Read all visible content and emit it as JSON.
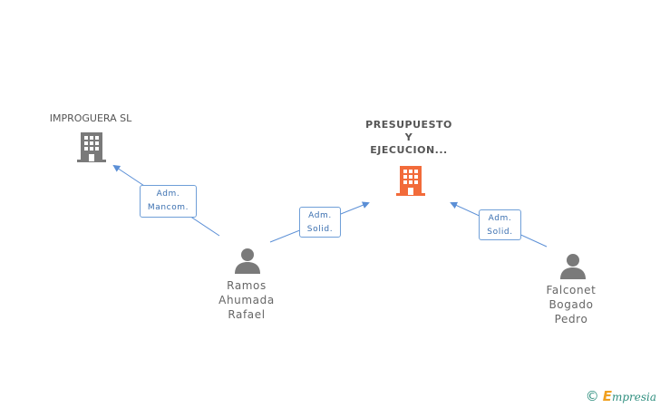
{
  "nodes": {
    "improguera": {
      "label": "IMPROGUERA SL"
    },
    "presupuesto": {
      "lines": [
        "PRESUPUESTO",
        "Y",
        "EJECUCION..."
      ]
    },
    "ramos": {
      "lines": [
        "Ramos",
        "Ahumada",
        "Rafael"
      ]
    },
    "falconet": {
      "lines": [
        "Falconet",
        "Bogado",
        "Pedro"
      ]
    }
  },
  "edges": {
    "ramos_improguera": {
      "lines": [
        "Adm.",
        "Mancom."
      ]
    },
    "ramos_presupuesto": {
      "lines": [
        "Adm.",
        "Solid."
      ]
    },
    "falconet_presupuesto": {
      "lines": [
        "Adm.",
        "Solid."
      ]
    }
  },
  "colors": {
    "main_company": "#f26b3a",
    "company": "#7a7a7a",
    "person": "#7a7a7a",
    "edge": "#5b8fd6"
  },
  "footer": {
    "copyright": "©",
    "brand_initial": "E",
    "brand_rest": "mpresia"
  }
}
